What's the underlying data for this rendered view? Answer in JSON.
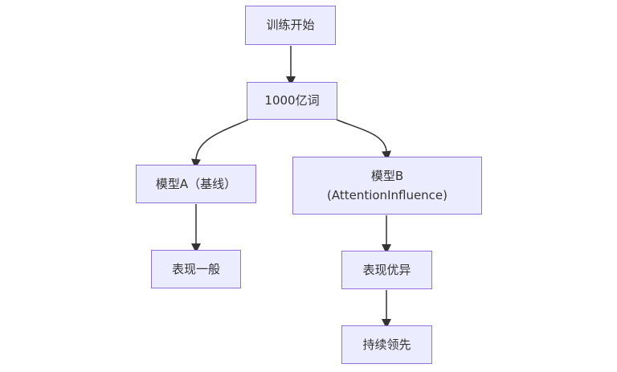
{
  "diagram": {
    "type": "flowchart",
    "direction": "top-down",
    "colors": {
      "background": "#ffffff",
      "node_fill": "#ECECFF",
      "node_border": "#9370DB",
      "node_text": "#333333",
      "edge": "#333333"
    },
    "nodes": {
      "start": {
        "label": "训练开始"
      },
      "corpus": {
        "label": "1000亿词"
      },
      "model_a": {
        "label": "模型A（基线）"
      },
      "model_b": {
        "line1": "模型B",
        "line2": "(AttentionInfluence)"
      },
      "result_a": {
        "label": "表现一般"
      },
      "result_b": {
        "label": "表现优异"
      },
      "final": {
        "label": "持续领先"
      }
    },
    "edges": [
      {
        "from": "start",
        "to": "corpus",
        "style": "straight-arrow"
      },
      {
        "from": "corpus",
        "to": "model_a",
        "style": "curved-arrow"
      },
      {
        "from": "corpus",
        "to": "model_b",
        "style": "curved-arrow"
      },
      {
        "from": "model_a",
        "to": "result_a",
        "style": "straight-arrow"
      },
      {
        "from": "model_b",
        "to": "result_b",
        "style": "straight-arrow"
      },
      {
        "from": "result_b",
        "to": "final",
        "style": "straight-arrow"
      }
    ]
  }
}
